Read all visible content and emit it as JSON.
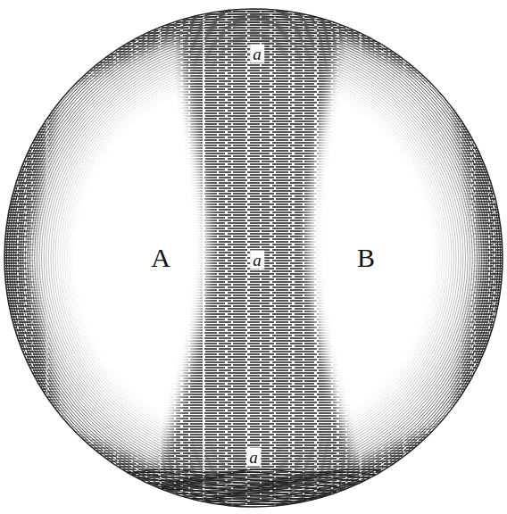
{
  "diagram": {
    "labels": [
      "a",
      "A",
      "a",
      "B",
      "a"
    ]
  }
}
